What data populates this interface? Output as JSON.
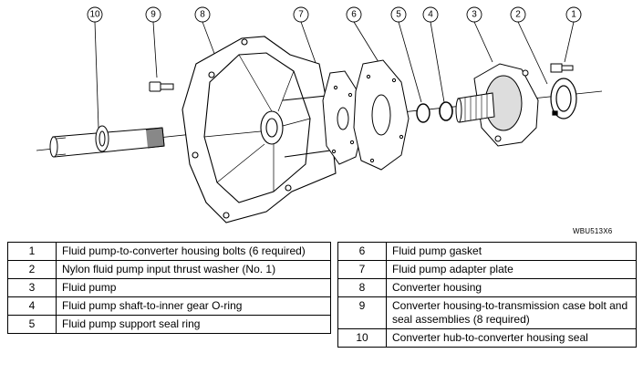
{
  "diagram": {
    "callouts": [
      "10",
      "9",
      "8",
      "7",
      "6",
      "5",
      "4",
      "3",
      "2",
      "1"
    ],
    "reference_code": "WBU513X6"
  },
  "legend": {
    "left": [
      {
        "num": "1",
        "desc": "Fluid pump-to-converter housing bolts (6 required)"
      },
      {
        "num": "2",
        "desc": "Nylon fluid pump input thrust washer (No. 1)"
      },
      {
        "num": "3",
        "desc": "Fluid pump"
      },
      {
        "num": "4",
        "desc": "Fluid pump shaft-to-inner gear O-ring"
      },
      {
        "num": "5",
        "desc": "Fluid pump support seal ring"
      }
    ],
    "right": [
      {
        "num": "6",
        "desc": "Fluid pump gasket"
      },
      {
        "num": "7",
        "desc": "Fluid pump adapter plate"
      },
      {
        "num": "8",
        "desc": "Converter housing"
      },
      {
        "num": "9",
        "desc": "Converter housing-to-transmission case bolt and seal assemblies (8 required)"
      },
      {
        "num": "10",
        "desc": "Converter hub-to-converter housing seal"
      }
    ]
  }
}
